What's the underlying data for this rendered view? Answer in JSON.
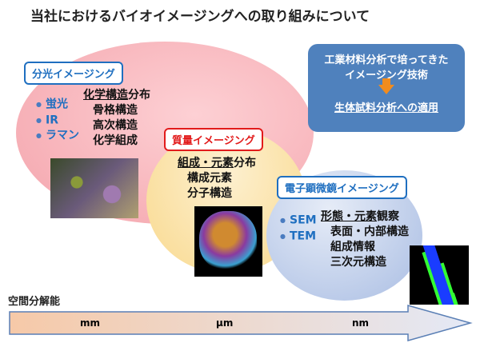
{
  "title": "当社におけるバイオイメージングへの取り組みについて",
  "spectral": {
    "label": "分光イメージング",
    "bullets": [
      "蛍光",
      "IR",
      "ラマン"
    ],
    "heading_u": "化学構造",
    "heading_rest": "分布",
    "items": [
      "骨格構造",
      "高次構造",
      "化学組成"
    ]
  },
  "mass": {
    "label": "質量イメージング",
    "heading_u": "組成・元素",
    "heading_rest": "分布",
    "items": [
      "構成元素",
      "分子構造"
    ]
  },
  "em": {
    "label": "電子顕微鏡イメージング",
    "bullets": [
      "SEM",
      "TEM"
    ],
    "heading_u": "形態・元素",
    "heading_rest": "観察",
    "items": [
      "表面・内部構造",
      "組成情報",
      "三次元構造"
    ]
  },
  "industrial": {
    "line1": "工業材料分析で培ってきた",
    "line2": "イメージング技術",
    "result": "生体試料分析への適用"
  },
  "resolution": {
    "label": "空間分解能",
    "scales": [
      "mm",
      "μm",
      "nm"
    ]
  }
}
